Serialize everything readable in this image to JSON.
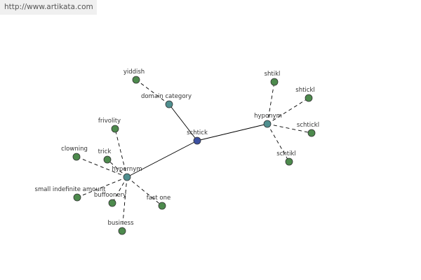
{
  "banner": {
    "url_text": "http://www.artikata.com"
  },
  "colors": {
    "center_node": "#3b4fa0",
    "relation_node": "#4f8f8f",
    "leaf_node": "#4d8a4d",
    "edge": "#000000"
  },
  "graph": {
    "nodes": [
      {
        "id": "schtick",
        "label": "schtick",
        "kind": "center"
      },
      {
        "id": "domain_category",
        "label": "domain category",
        "kind": "relation"
      },
      {
        "id": "hyponym",
        "label": "hyponym",
        "kind": "relation"
      },
      {
        "id": "hypernym",
        "label": "hypernym",
        "kind": "relation"
      },
      {
        "id": "yiddish",
        "label": "yiddish",
        "kind": "leaf"
      },
      {
        "id": "shtikl",
        "label": "shtikl",
        "kind": "leaf"
      },
      {
        "id": "shtickl",
        "label": "shtickl",
        "kind": "leaf"
      },
      {
        "id": "schtickl",
        "label": "schtickl",
        "kind": "leaf"
      },
      {
        "id": "schtikl",
        "label": "schtikl",
        "kind": "leaf"
      },
      {
        "id": "frivolity",
        "label": "frivolity",
        "kind": "leaf"
      },
      {
        "id": "clowning",
        "label": "clowning",
        "kind": "leaf"
      },
      {
        "id": "trick",
        "label": "trick",
        "kind": "leaf"
      },
      {
        "id": "small_indefinite_amount",
        "label": "small indefinite amount",
        "kind": "leaf"
      },
      {
        "id": "buffoonery",
        "label": "buffoonery",
        "kind": "leaf"
      },
      {
        "id": "fast_one",
        "label": "fast one",
        "kind": "leaf"
      },
      {
        "id": "business",
        "label": "business",
        "kind": "leaf"
      }
    ],
    "edges": [
      {
        "from": "schtick",
        "to": "domain_category",
        "style": "solid"
      },
      {
        "from": "schtick",
        "to": "hyponym",
        "style": "solid"
      },
      {
        "from": "schtick",
        "to": "hypernym",
        "style": "solid"
      },
      {
        "from": "domain_category",
        "to": "yiddish",
        "style": "dashed"
      },
      {
        "from": "hyponym",
        "to": "shtikl",
        "style": "dashed"
      },
      {
        "from": "hyponym",
        "to": "shtickl",
        "style": "dashed"
      },
      {
        "from": "hyponym",
        "to": "schtickl",
        "style": "dashed"
      },
      {
        "from": "hyponym",
        "to": "schtikl",
        "style": "dashed"
      },
      {
        "from": "hypernym",
        "to": "frivolity",
        "style": "dashed"
      },
      {
        "from": "hypernym",
        "to": "clowning",
        "style": "dashed"
      },
      {
        "from": "hypernym",
        "to": "trick",
        "style": "dashed"
      },
      {
        "from": "hypernym",
        "to": "small_indefinite_amount",
        "style": "dashed"
      },
      {
        "from": "hypernym",
        "to": "buffoonery",
        "style": "dashed"
      },
      {
        "from": "hypernym",
        "to": "fast_one",
        "style": "dashed"
      },
      {
        "from": "hypernym",
        "to": "business",
        "style": "dashed"
      }
    ]
  }
}
